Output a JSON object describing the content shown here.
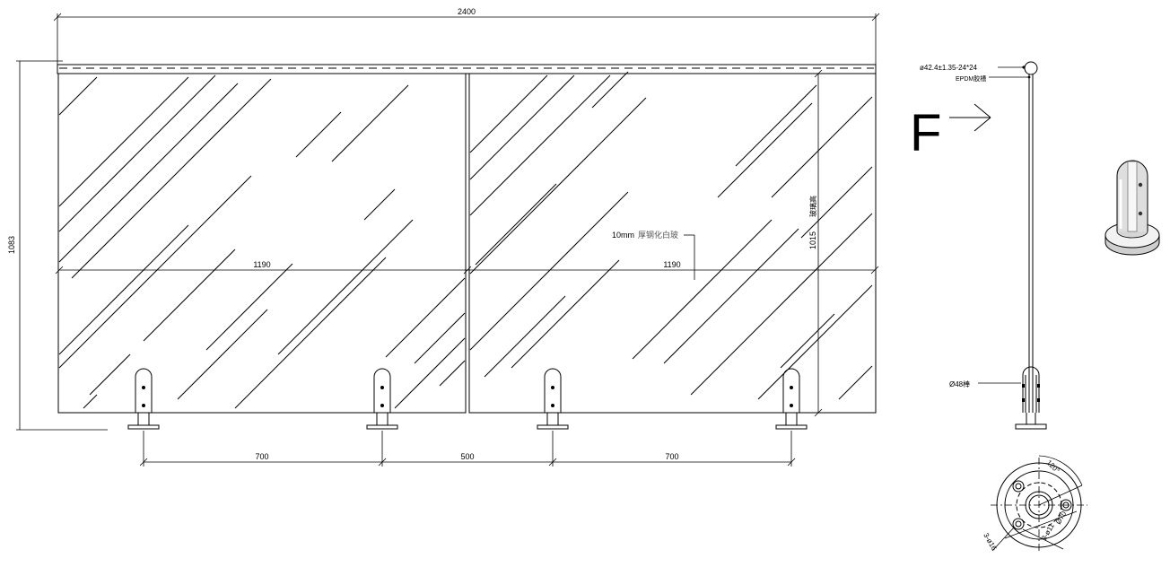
{
  "drawing": {
    "dimensions": {
      "overall_width": "2400",
      "overall_height": "1083",
      "panel_left_width": "1190",
      "panel_right_width": "1190",
      "glass_height": "1015",
      "glass_height_suffix": "玻璃高",
      "spacing_left": "700",
      "spacing_middle": "500",
      "spacing_right": "700"
    },
    "labels": {
      "glass_spec_value": "10mm",
      "glass_spec_text": "厚钢化白玻",
      "force_letter": "F",
      "handrail_spec": "ø42.4±1.35-24*24",
      "gasket_spec": "EPDM胶槽",
      "post_spec": "Ø48棒"
    },
    "base_plate": {
      "angle": "120°",
      "diameter": "Ø70",
      "holes_small": "3-ø11",
      "holes_large": "3-ø16"
    }
  }
}
